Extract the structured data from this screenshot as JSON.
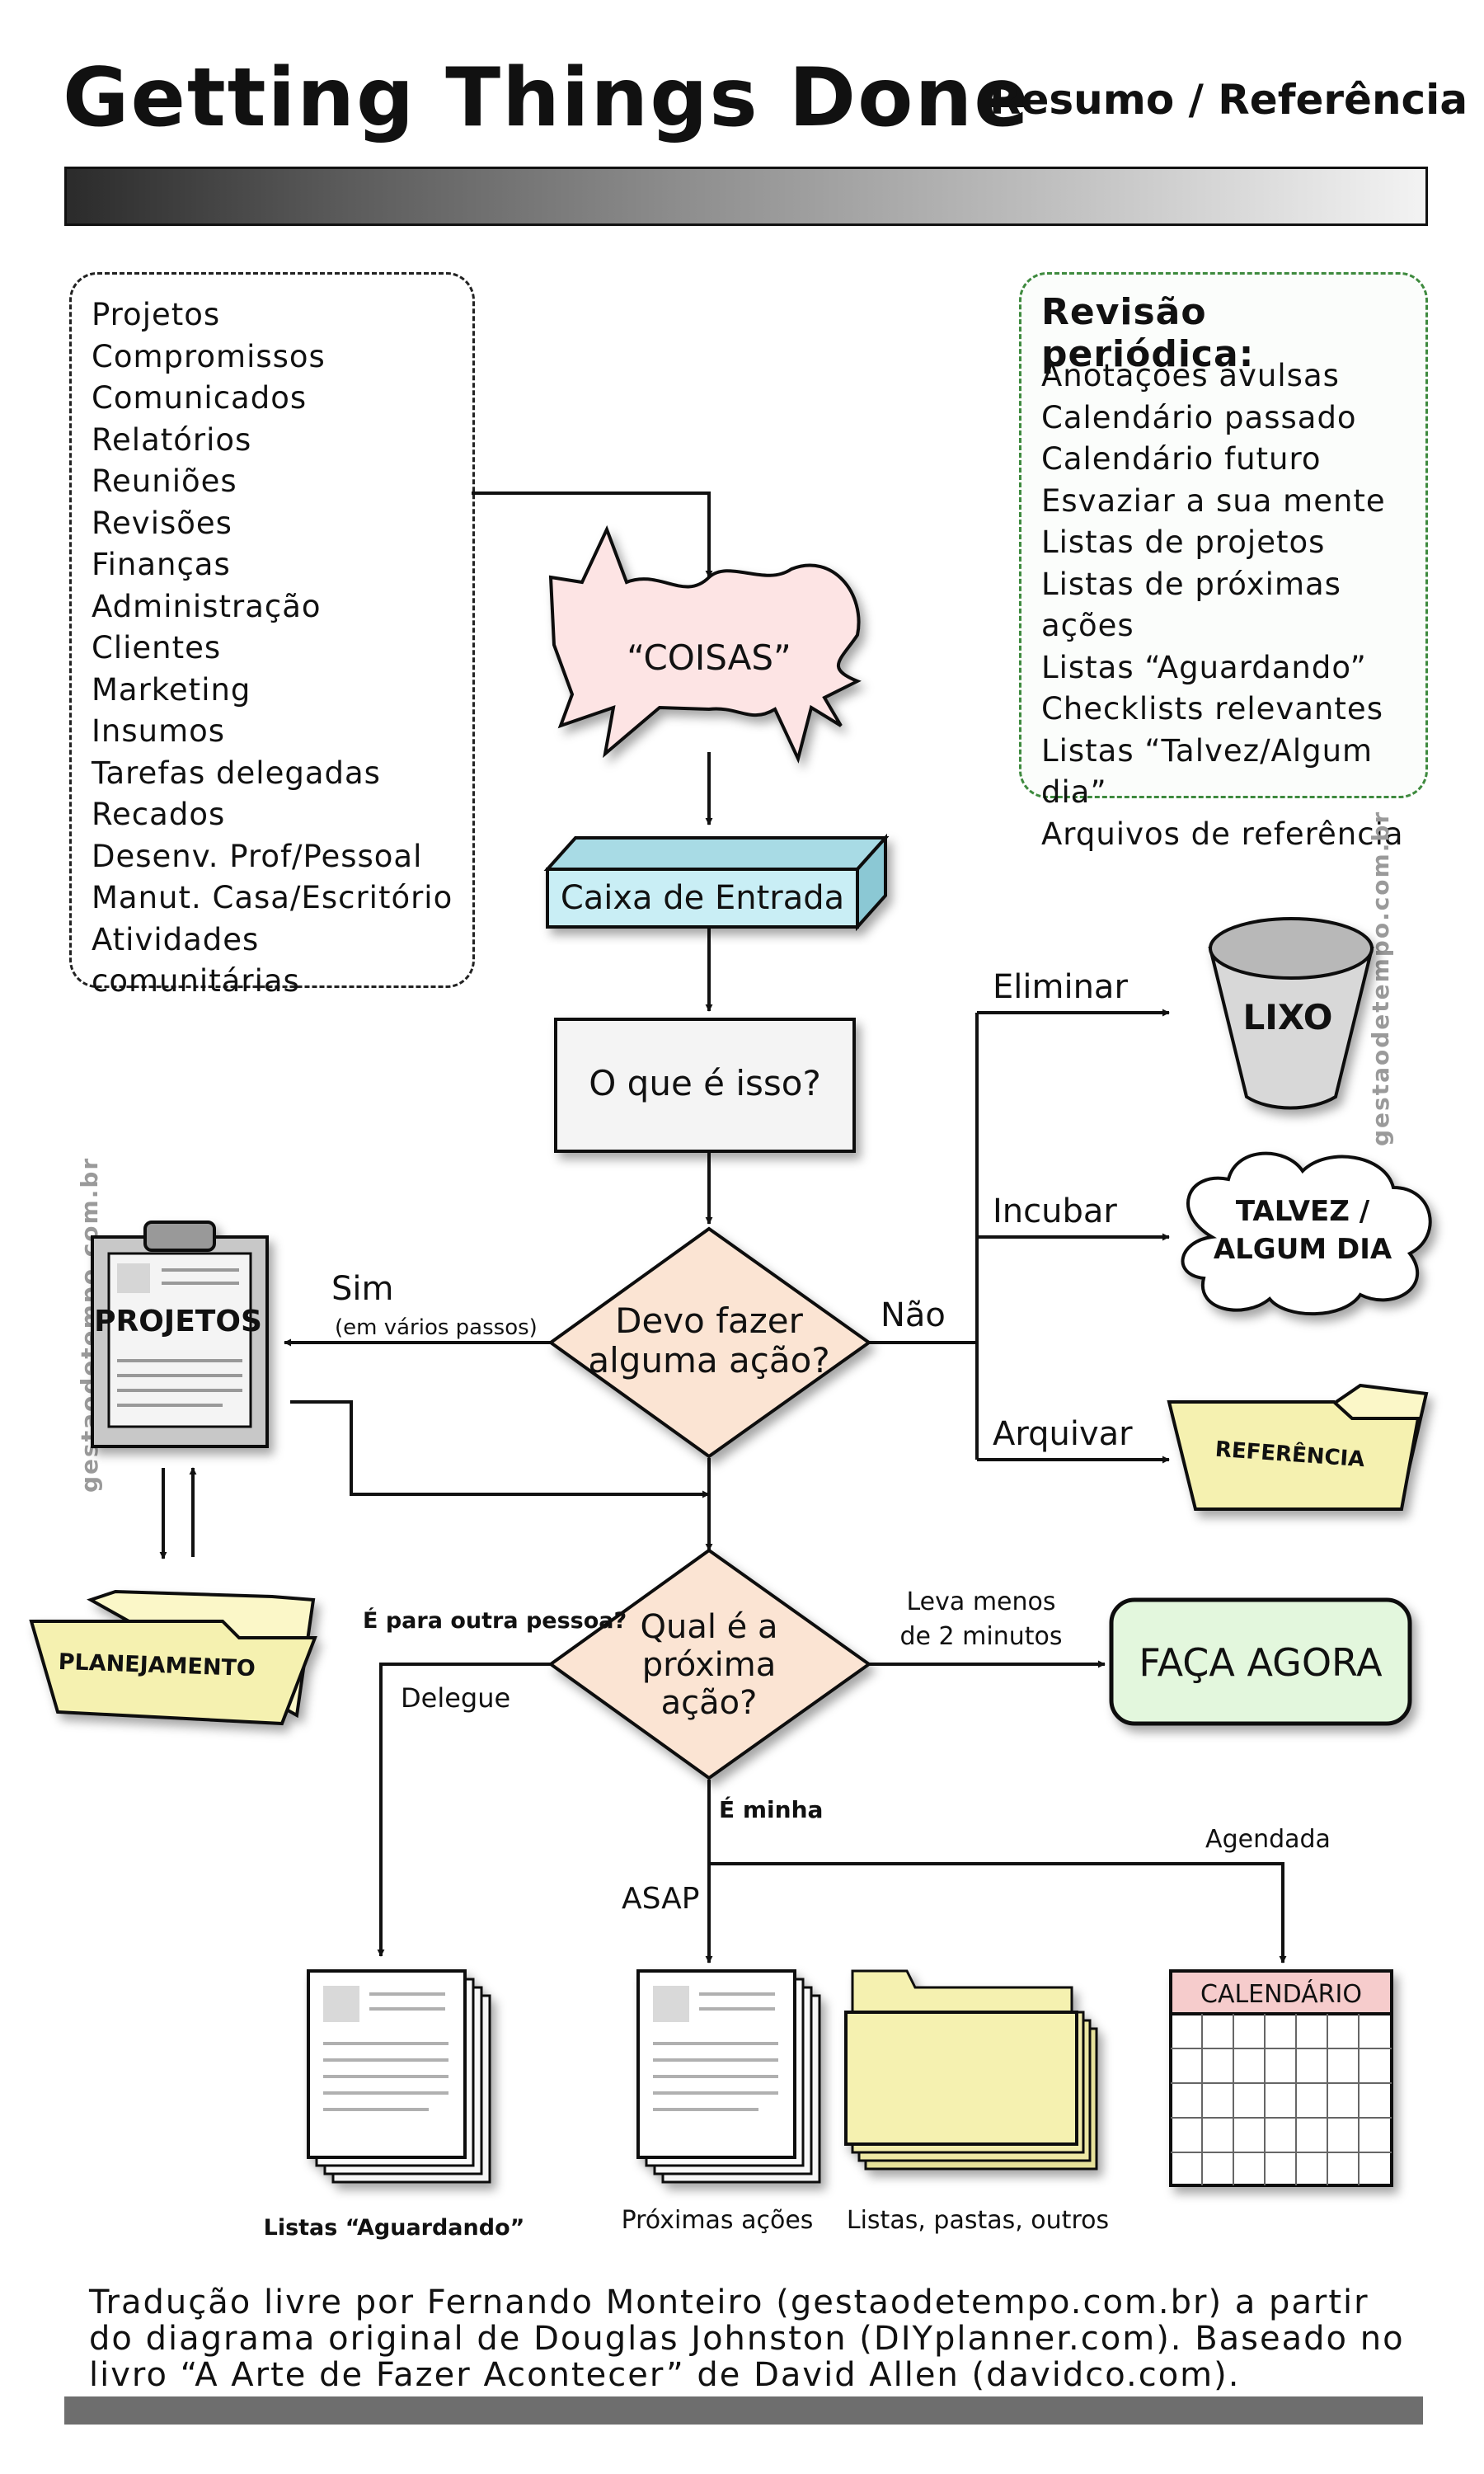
{
  "header": {
    "title": "Getting Things Done",
    "subtitle": "Resumo / Referência"
  },
  "sources": {
    "items": [
      "Projetos",
      "Compromissos",
      "Comunicados",
      "Relatórios",
      "Reuniões",
      "Revisões",
      "Finanças",
      "Administração",
      "Clientes",
      "Marketing",
      "Insumos",
      "Tarefas delegadas",
      "Recados",
      "Desenv. Prof/Pessoal",
      "Manut. Casa/Escritório",
      "Atividades comunitárias"
    ]
  },
  "review": {
    "title": "Revisão periódica:",
    "items": [
      "Anotações avulsas",
      "Calendário passado",
      "Calendário futuro",
      "Esvaziar a sua mente",
      "Listas de projetos",
      "Listas de próximas ações",
      "Listas “Aguardando”",
      "Checklists relevantes",
      "Listas “Talvez/Algum dia”",
      "Arquivos de referência"
    ]
  },
  "watermark": "gestaodetempo.com.br",
  "flow": {
    "stuff": "“COISAS”",
    "inbox": "Caixa de Entrada",
    "what_is_it": "O que é isso?",
    "action_q_line1": "Devo fazer",
    "action_q_line2": "alguma ação?",
    "yes": "Sim",
    "yes_note": "(em vários passos)",
    "no": "Não",
    "eliminate": "Eliminar",
    "trash": "LIXO",
    "incubate": "Incubar",
    "someday_line1": "TALVEZ /",
    "someday_line2": "ALGUM DIA",
    "file": "Arquivar",
    "reference": "REFERÊNCIA",
    "projects": "PROJETOS",
    "planning": "PLANEJAMENTO",
    "next_q_line1": "Qual é a",
    "next_q_line2": "próxima",
    "next_q_line3": "ação?",
    "other_person": "É para outra pessoa?",
    "delegate": "Delegue",
    "less_2_line1": "Leva menos",
    "less_2_line2": "de 2 minutos",
    "do_now": "FAÇA AGORA",
    "mine": "É minha",
    "asap": "ASAP",
    "scheduled": "Agendada",
    "calendar": "CALENDÁRIO",
    "waiting_lists": "Listas “Aguardando”",
    "next_actions": "Próximas ações",
    "lists_folders": "Listas, pastas, outros"
  },
  "footer": {
    "line1": "Tradução livre por Fernando Monteiro (gestaodetempo.com.br)  a partir",
    "line2": "do diagrama original de Douglas Johnston (DIYplanner.com). Baseado no",
    "line3": "livro “A Arte de Fazer Acontecer”   de  David Allen  (davidco.com)."
  },
  "colors": {
    "stuff": "#fde4e4",
    "inbox": "#c9eef5",
    "diamond": "#fbe4d3",
    "do_now": "#e3f7dd",
    "folder": "#f5f1b0",
    "calendar_header": "#f6cccc"
  }
}
